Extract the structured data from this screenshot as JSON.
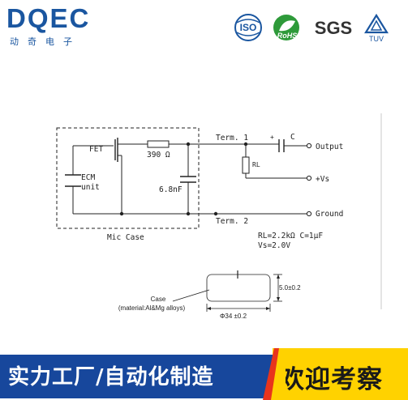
{
  "brand": {
    "name": "DQEC",
    "subtitle": "动奇电子",
    "color": "#1a56a0"
  },
  "certifications": {
    "iso": "ISO",
    "rohs": "RoHS",
    "sgs": "SGS",
    "tuv": "TUV"
  },
  "circuit": {
    "fet_label": "FET",
    "resistor_label": "390 Ω",
    "capacitor_label": "6.8nF",
    "ecm_label_line1": "ECM",
    "ecm_label_line2": "unit",
    "mic_case_label": "Mic Case",
    "term1_label": "Term. 1",
    "term2_label": "Term. 2",
    "rl_label": "RL",
    "plus_sign": "+",
    "c_label": "C",
    "output_label": "Output",
    "vs_label": "+Vs",
    "ground_label": "Ground",
    "values_line1": "RL=2.2kΩ  C=1μF",
    "values_line2": "Vs=2.0V"
  },
  "dimensions": {
    "height_label": "5.0±0.2",
    "diameter_label": "Φ34 ±0.2",
    "case_line1": "Case",
    "case_line2": "(material:Al&Mg alloys)"
  },
  "banner": {
    "left_text": "实力工厂/自动化制造",
    "right_text": "欢迎考察",
    "left_color": "#17479c",
    "right_color": "#ffd200",
    "accent_color": "#e8341c"
  }
}
